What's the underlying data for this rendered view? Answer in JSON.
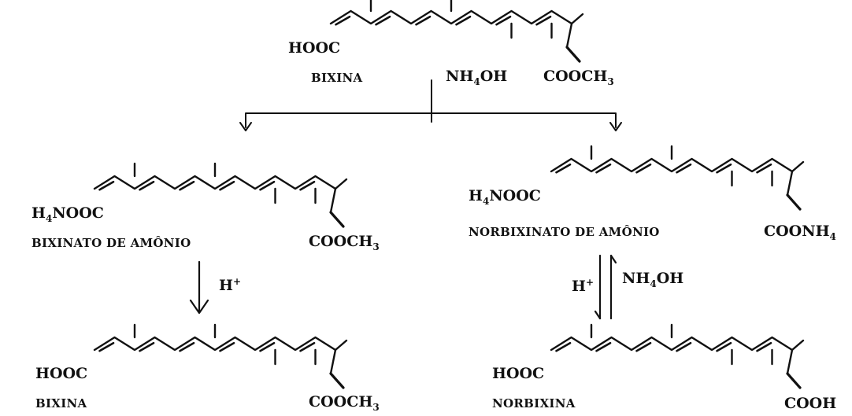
{
  "top": {
    "acid_group": "HOOC",
    "ester_group": [
      "COOCH",
      "3"
    ],
    "name": "BIXINA"
  },
  "reagent_split": [
    "NH",
    "4",
    "OH"
  ],
  "left_mid": {
    "acid_group": [
      "H",
      "4",
      "NOOC"
    ],
    "ester_group": [
      "COOCH",
      "3"
    ],
    "name": "BIXINATO DE AMÔNIO"
  },
  "right_mid": {
    "acid_group": [
      "H",
      "4",
      "NOOC"
    ],
    "end_group": [
      "COONH",
      "4"
    ],
    "name": "NORBIXINATO DE AMÔNIO"
  },
  "left_step": {
    "reagent": [
      "H",
      "+"
    ]
  },
  "right_step": {
    "forward_reagent": [
      "H",
      "+"
    ],
    "reverse_reagent": [
      "NH",
      "4",
      "OH"
    ]
  },
  "left_bottom": {
    "acid_group": "HOOC",
    "ester_group": [
      "COOCH",
      "3"
    ],
    "name": "BIXINA"
  },
  "right_bottom": {
    "acid_group": "HOOC",
    "end_group": "COOH",
    "name": "NORBIXINA"
  }
}
